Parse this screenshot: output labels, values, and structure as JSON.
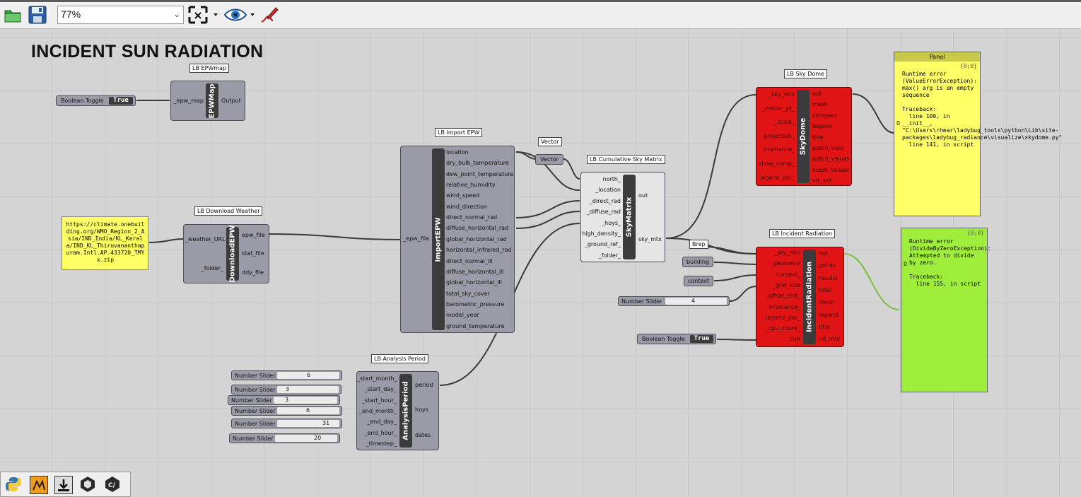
{
  "toolbar": {
    "icons": [
      "open-file-icon",
      "save-icon",
      "zoom-extents-icon",
      "preview-eye-icon",
      "sketch-pen-icon"
    ],
    "zoom": "77%"
  },
  "canvas": {
    "title": "INCIDENT SUN RADIATION",
    "epwmap": {
      "label": "LB EPWmap",
      "name": "EPWMap",
      "inputs": [
        "_epw_map"
      ],
      "outputs": [
        "Output"
      ]
    },
    "toggle1": {
      "label": "Boolean Toggle",
      "value": "True"
    },
    "download": {
      "label": "LB Download Weather",
      "name": "DownloadEPW",
      "inputs": [
        "_weather_URL",
        "_folder_"
      ],
      "outputs": [
        "epw_file",
        "stat_file",
        "ddy_file"
      ]
    },
    "url_panel": "https://climate.onebuilding.org/WMO_Region_2_Asia/IND_India/KL_Kerala/IND_KL_Thiruvananthapuram.Intl.AP.433720_TMYx.zip",
    "import": {
      "label": "LB Import EPW",
      "name": "ImportEPW",
      "inputs": [
        "_epw_file"
      ],
      "outputs": [
        "location",
        "dry_bulb_temperature",
        "dew_point_temperature",
        "relative_humidity",
        "wind_speed",
        "wind_direction",
        "direct_normal_rad",
        "diffuse_horizontal_rad",
        "global_horizontal_rad",
        "horizontal_infrared_rad",
        "direct_normal_ill",
        "diffuse_horizontal_ill",
        "global_horizontal_ill",
        "total_sky_cover",
        "barometric_pressure",
        "model_year",
        "ground_temperature"
      ]
    },
    "vector": {
      "label": "Vector",
      "value": "Vector"
    },
    "skymatrix": {
      "label": "LB Cumulative Sky Matrix",
      "name": "SkyMatrix",
      "inputs": [
        "north_",
        "_location",
        "_direct_rad",
        "_diffuse_rad",
        "_hoys_",
        "high_density_",
        "_ground_ref_",
        "_folder_"
      ],
      "outputs": [
        "out",
        "sky_mtx"
      ]
    },
    "skydome": {
      "label": "LB Sky Dome",
      "name": "SkyDome",
      "inputs": [
        "_sky_mtx",
        "_center_pt_",
        "_scale_",
        "projection_",
        "irradiance_",
        "show_comp_",
        "legend_par_"
      ],
      "outputs": [
        "out",
        "mesh",
        "compass",
        "legend",
        "title",
        "patch_vecs",
        "patch_values",
        "mesh_values",
        "vis_set"
      ]
    },
    "panel1": {
      "header": "Panel",
      "count": "{0;0}",
      "index": "0",
      "text": "Runtime error (ValueErrorException): max() arg is an empty sequence\n\nTraceback:\n  line 100, in __init__, \"C:\\Users\\rhear\\ladybug_tools\\python\\Lib\\site-packages\\ladybug_radiance\\visualize\\skydome.py\"\n  line 141, in script"
    },
    "brep": {
      "label": "Brep"
    },
    "building": "building",
    "context": "context",
    "numslider1": {
      "label": "Number Slider",
      "value": "4"
    },
    "toggle2": {
      "label": "Boolean Toggle",
      "value": "True"
    },
    "incident": {
      "label": "LB Incident Radiation",
      "name": "IncidentRadiation",
      "inputs": [
        "_sky_mtx",
        "_geometry",
        "context_",
        "_grid_size",
        "_offset_dist_",
        "irradiance_",
        "legend_par_",
        "_cpu_count_",
        "_run"
      ],
      "outputs": [
        "out",
        "points",
        "results",
        "total",
        "mesh",
        "legend",
        "title",
        "int_mtx"
      ]
    },
    "panel2": {
      "count": "{0;0}",
      "index": "0",
      "text": "Runtime error (DivideByZeroException): Attempted to divide by zero.\n\nTraceback:\n  line 155, in script"
    },
    "analysis": {
      "label": "LB Analysis Period",
      "name": "AnalysisPeriod",
      "inputs": [
        "_start_month_",
        "_start_day_",
        "_start_hour_",
        "_end_month_",
        "_end_day_",
        "_end_hour_",
        "_timestep_"
      ],
      "outputs": [
        "period",
        "hoys",
        "dates"
      ]
    },
    "sliders": [
      {
        "label": "Number Slider",
        "value": "6"
      },
      {
        "label": "Number Slider",
        "value": "3"
      },
      {
        "label": "Number Slider",
        "value": "3"
      },
      {
        "label": "Number Slider",
        "value": "6"
      },
      {
        "label": "Number Slider",
        "value": "31"
      },
      {
        "label": "Number Slider",
        "value": "20"
      }
    ]
  },
  "bottombar": {
    "icons": [
      "python-icon",
      "ladybug-icon",
      "download-icon",
      "hops-icon",
      "csharp-icon"
    ]
  },
  "colors": {
    "canvas": "#d4d4d4",
    "component": "#9b9ba8",
    "error": "#e01414",
    "panel_yellow": "#ffff66",
    "panel_green": "#a0ee3c"
  }
}
